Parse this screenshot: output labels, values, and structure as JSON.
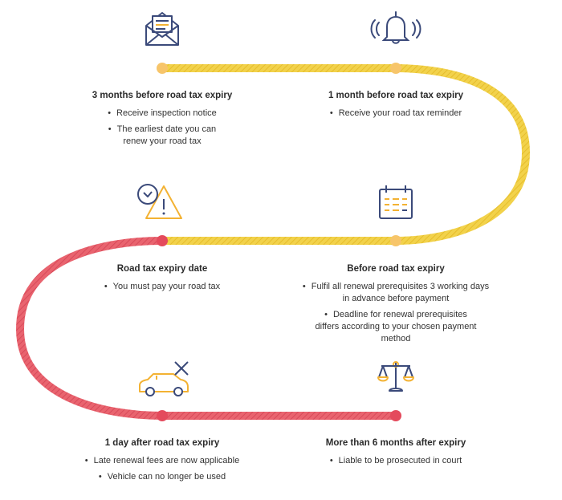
{
  "colors": {
    "yellow": "#f2d24b",
    "yellow_dot": "#f7c56a",
    "red": "#e65a6a",
    "red_dot": "#e44a5c",
    "icon_stroke": "#3b4a7a",
    "icon_accent": "#f3b233"
  },
  "steps": [
    {
      "title": "3 months before road tax expiry",
      "bullets": [
        "Receive inspection notice",
        "The earliest date you can renew your road tax"
      ],
      "icon": "envelope-icon"
    },
    {
      "title": "1 month before road tax expiry",
      "bullets": [
        "Receive your road tax reminder"
      ],
      "icon": "bell-icon"
    },
    {
      "title": "Road tax expiry date",
      "bullets": [
        "You must pay your road tax"
      ],
      "icon": "clock-warning-icon"
    },
    {
      "title": "Before road tax expiry",
      "bullets": [
        "Fulfil all renewal prerequisites 3 working days in advance before payment",
        "Deadline for renewal prerequisites differs according to your chosen payment method"
      ],
      "icon": "calendar-icon"
    },
    {
      "title": "1 day after road tax expiry",
      "bullets": [
        "Late renewal fees are now applicable",
        "Vehicle can no longer be used"
      ],
      "icon": "car-cross-icon"
    },
    {
      "title": "More than 6 months after expiry",
      "bullets": [
        "Liable to be prosecuted in court"
      ],
      "icon": "scales-icon"
    }
  ]
}
